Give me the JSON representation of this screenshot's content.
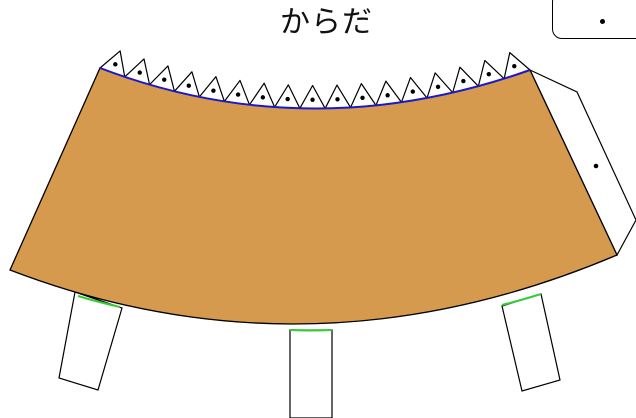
{
  "template": {
    "title": "からだ"
  },
  "colors": {
    "body_fill": "#d59a4e",
    "outline": "#000000",
    "top_edge": "#1a1acc",
    "bottom_edge_marks": "#33cc33",
    "tab_fill": "#ffffff",
    "dot": "#000000"
  },
  "parts": [
    {
      "name": "body-panel",
      "count": 1
    },
    {
      "name": "top-glue-tab",
      "count": 17
    },
    {
      "name": "side-glue-tab",
      "count": 1
    },
    {
      "name": "bottom-leg-tab",
      "count": 3
    },
    {
      "name": "corner-card",
      "count": 1
    }
  ]
}
